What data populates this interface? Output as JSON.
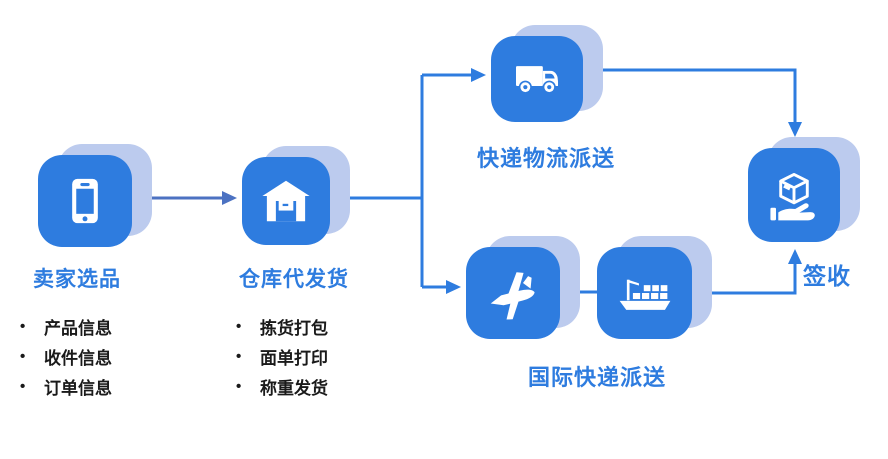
{
  "diagram": {
    "type": "logistics-flow",
    "colors": {
      "primary": "#2E7CDF",
      "shadow": "#BCCBEE",
      "arrow": "#2E7CDF",
      "arrow_muted": "#4C72C2",
      "bullet_text": "#1A1A1A",
      "background": "#FFFFFF"
    },
    "nodes": {
      "seller": {
        "label": "卖家选品",
        "icon": "phone-icon",
        "bullets": [
          "产品信息",
          "收件信息",
          "订单信息"
        ]
      },
      "warehouse": {
        "label": "仓库代发货",
        "icon": "warehouse-icon",
        "bullets": [
          "拣货打包",
          "面单打印",
          "称重发货"
        ]
      },
      "express_delivery": {
        "label": "快递物流派送",
        "icon": "truck-icon"
      },
      "international_delivery": {
        "label": "国际快递派送",
        "icons": [
          "plane-icon",
          "ship-icon"
        ]
      },
      "receipt": {
        "label": "签收",
        "icon": "hand-box-icon"
      }
    },
    "bullet_marker": "•",
    "flow": [
      "卖家选品 → 仓库代发货",
      "仓库代发货 → 快递物流派送 → 签收",
      "仓库代发货 → 国际快递派送 → 签收"
    ]
  }
}
